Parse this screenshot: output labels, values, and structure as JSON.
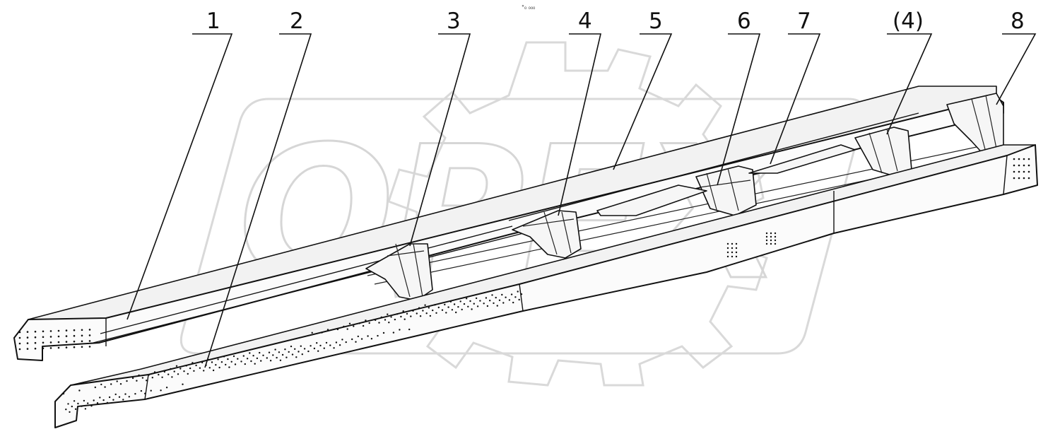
{
  "diagram": {
    "labels": [
      {
        "id": "1",
        "text": "1"
      },
      {
        "id": "2",
        "text": "2"
      },
      {
        "id": "3",
        "text": "3"
      },
      {
        "id": "4",
        "text": "4"
      },
      {
        "id": "5",
        "text": "5"
      },
      {
        "id": "6",
        "text": "6"
      },
      {
        "id": "7",
        "text": "7"
      },
      {
        "id": "4b",
        "text": "(4)"
      },
      {
        "id": "8",
        "text": "8"
      }
    ],
    "watermark_text": "OPEX",
    "top_mark": "°₀ ₀₀₀"
  }
}
